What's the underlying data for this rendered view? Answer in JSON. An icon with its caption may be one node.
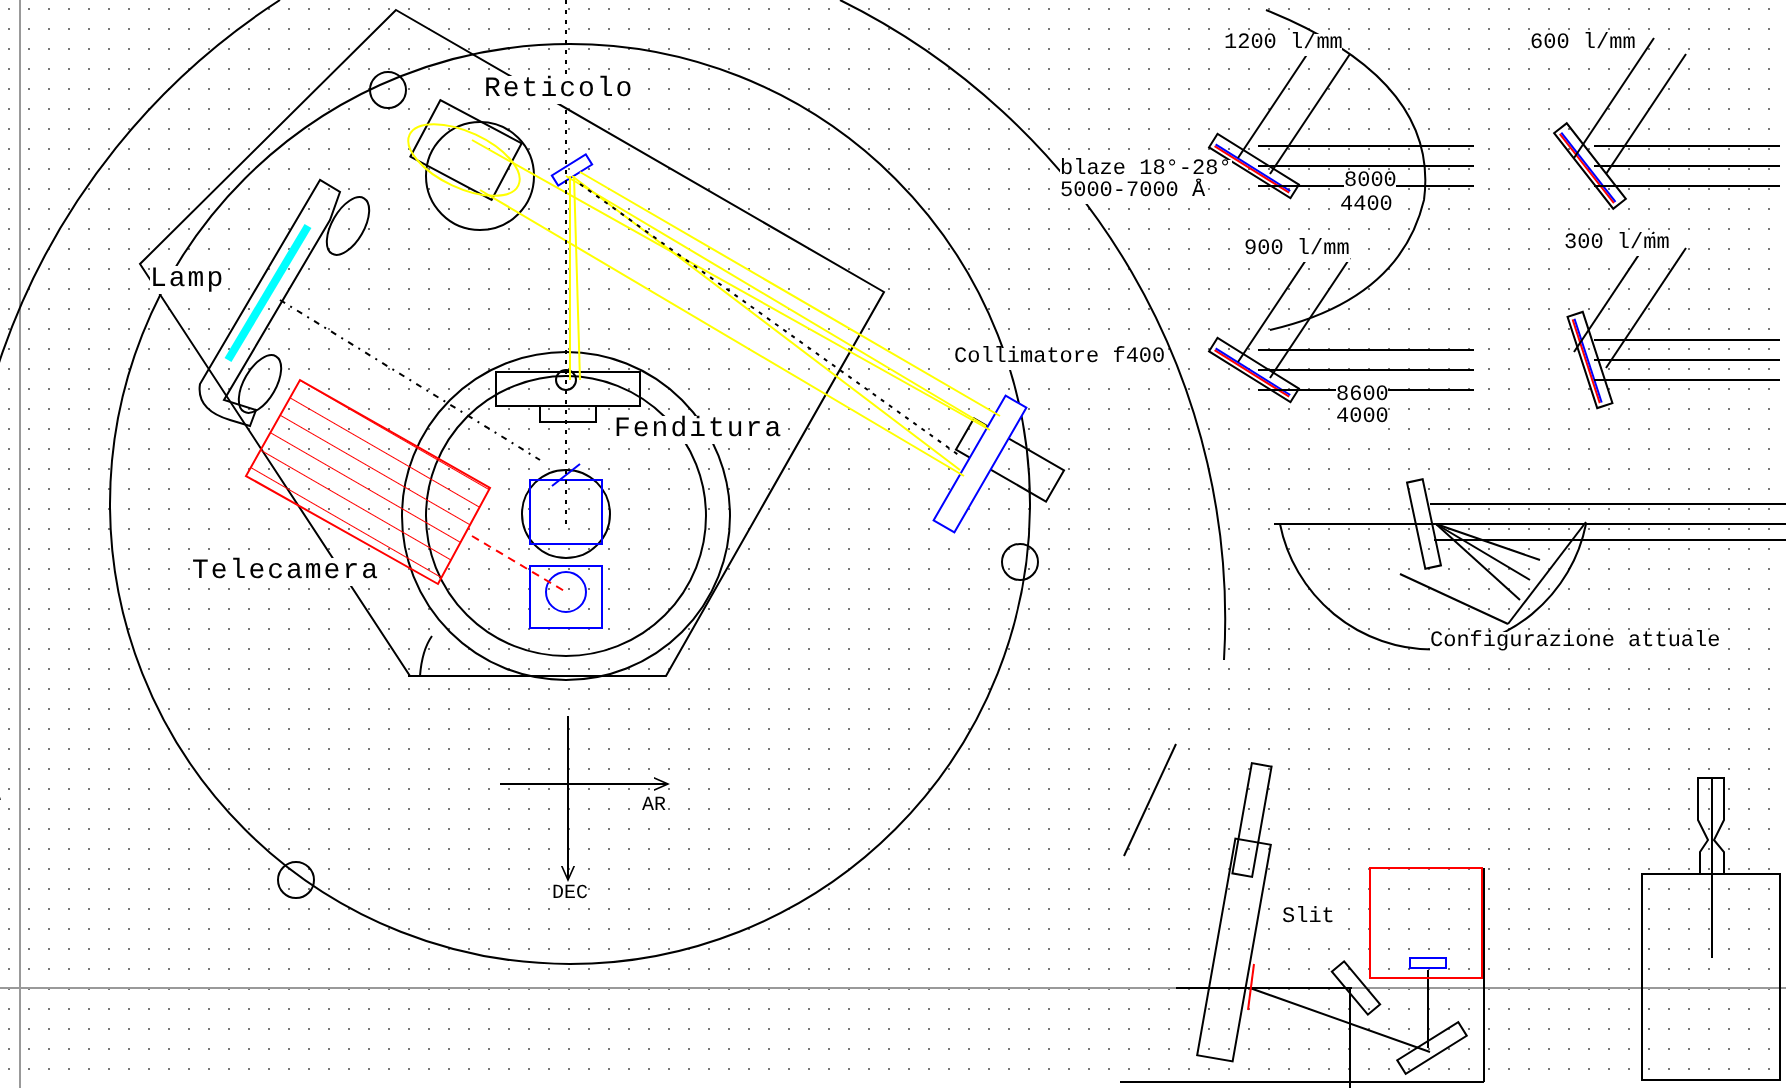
{
  "diagram": {
    "labels": [
      "Reticolo",
      "Lamp",
      "Fenditura",
      "Telecamera",
      "Collimatore f400",
      "blaze 18°-28°",
      "5000-7000 Å",
      "1200 l/mm",
      "600 l/mm",
      "900 l/mm",
      "300 l/mm",
      "8000",
      "4400",
      "8600",
      "4000",
      "Configurazione attuale",
      "Slit",
      "AR",
      "DEC"
    ]
  }
}
